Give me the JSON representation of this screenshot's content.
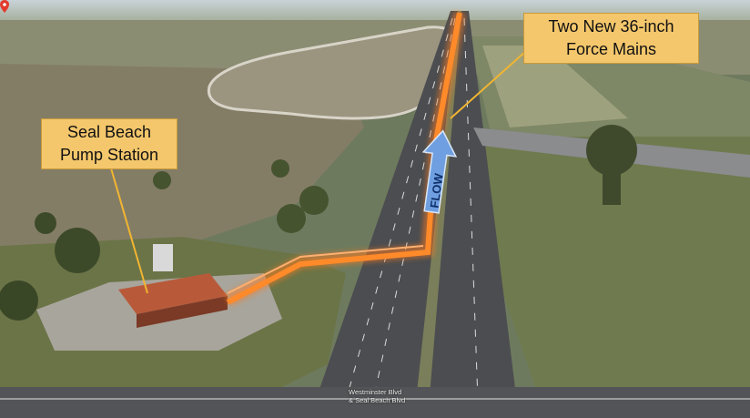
{
  "callouts": {
    "force_mains": {
      "line1": "Two New 36-inch",
      "line2": "Force Mains"
    },
    "pump_station": {
      "line1": "Seal Beach",
      "line2": "Pump Station"
    }
  },
  "flow_label": "FLOW",
  "map_label": {
    "line1": "Westminster Blvd",
    "line2": "& Seal Beach Blvd"
  },
  "colors": {
    "callout_fill": "#f4c76c",
    "flow_path": "#ff7a1a",
    "flow_arrow": "#6f9fe0",
    "leader_line": "#f1b532",
    "pin": "#e23b2e"
  },
  "icons": [
    "flow-arrow-icon",
    "location-pin-icon"
  ]
}
